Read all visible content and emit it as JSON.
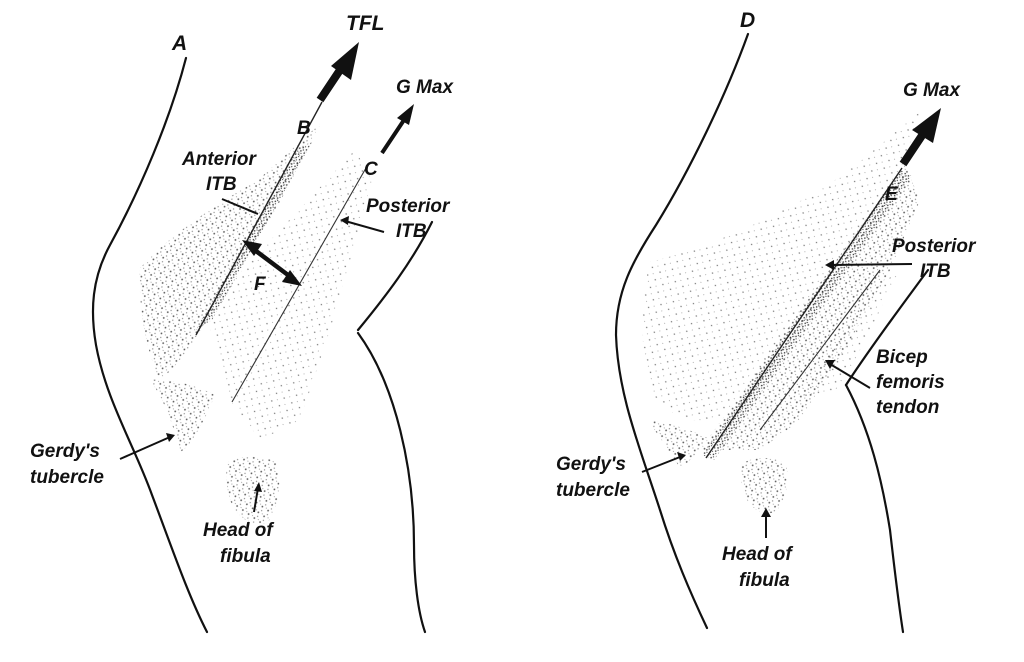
{
  "colors": {
    "ink": "#111111",
    "background": "#ffffff"
  },
  "panel_a": {
    "panel_label": "A",
    "tfl": "TFL",
    "gmax": "G Max",
    "point_b": "B",
    "point_c": "C",
    "point_f": "F",
    "anterior_itb_line1": "Anterior",
    "anterior_itb_line2": "ITB",
    "posterior_itb_line1": "Posterior",
    "posterior_itb_line2": "ITB",
    "gerdys_line1": "Gerdy's",
    "gerdys_line2": "tubercle",
    "fibula_line1": "Head of",
    "fibula_line2": "fibula"
  },
  "panel_d": {
    "panel_label": "D",
    "gmax": "G Max",
    "point_e": "E",
    "posterior_itb_line1": "Posterior",
    "posterior_itb_line2": "ITB",
    "bicep_line1": "Bicep",
    "bicep_line2": "femoris",
    "bicep_line3": "tendon",
    "gerdys_line1": "Gerdy's",
    "gerdys_line2": "tubercle",
    "fibula_line1": "Head of",
    "fibula_line2": "fibula"
  }
}
